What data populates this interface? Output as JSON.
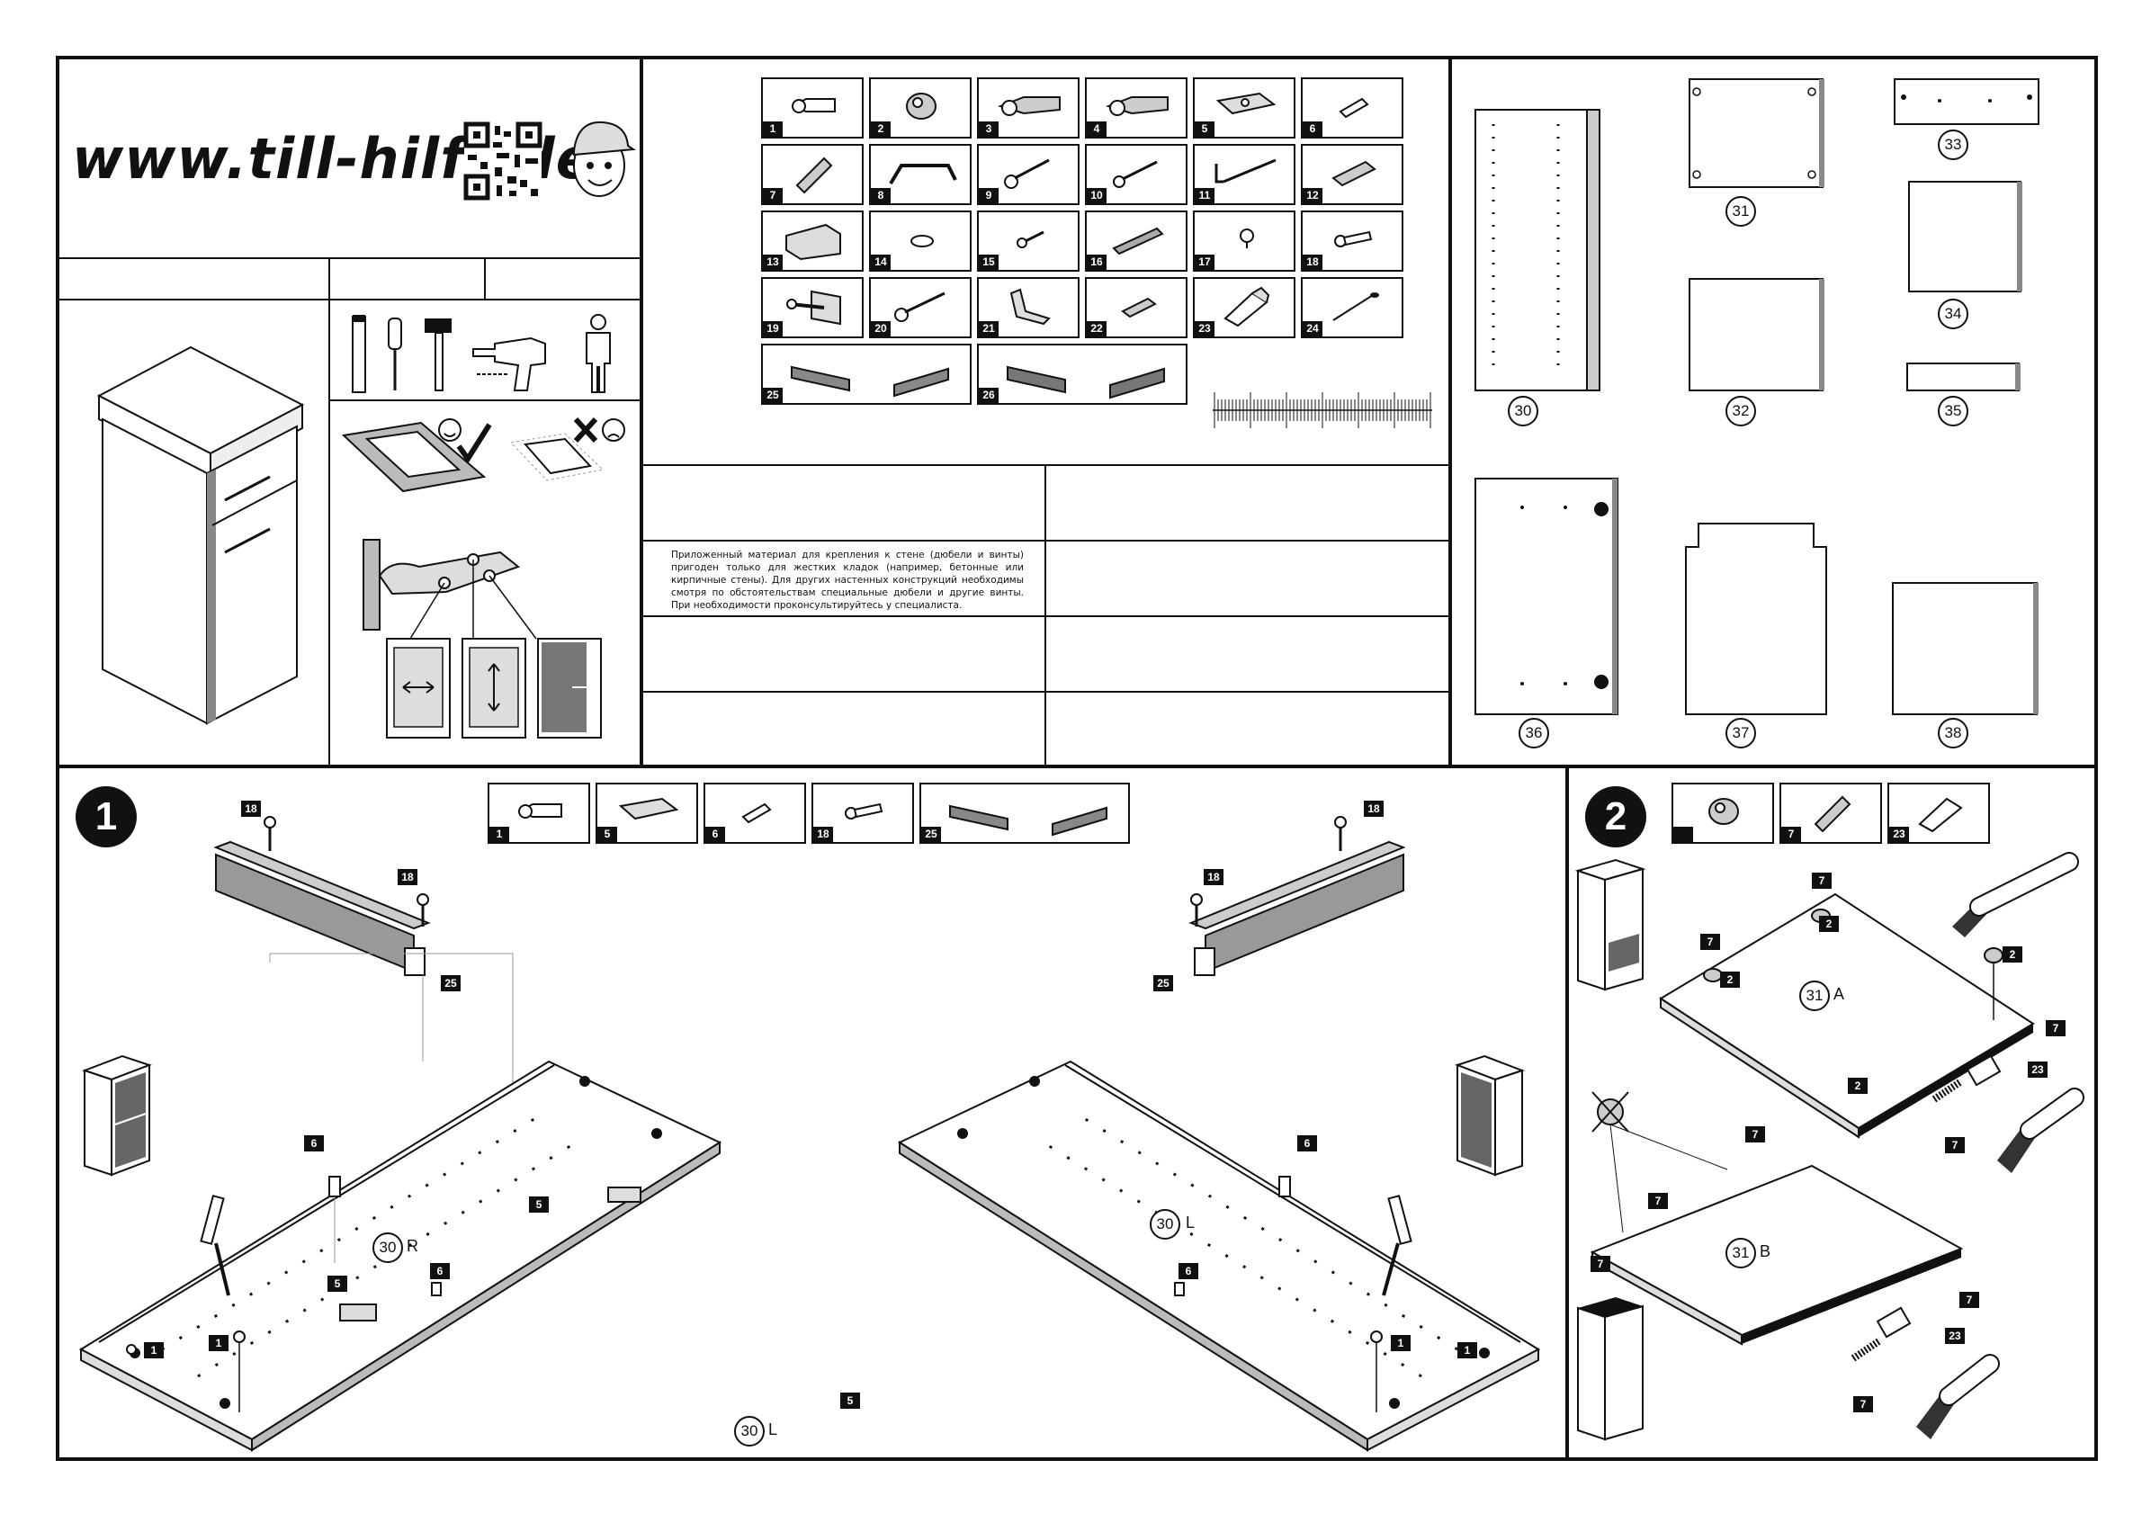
{
  "header": {
    "logo_text": "www.till-hilft.de",
    "note_text": "Приложенный материал для крепления к стене (дюбели и винты) пригоден только для жестких кладок (например, бетонные или кирпичные стены). Для других настенных конструкций необходимы смотря по обстоятельствам специальные дюбели и другие винты. При необходимости проконсультируйтесь у специалиста."
  },
  "parts_legend": {
    "items": [
      "1",
      "2",
      "3",
      "4",
      "5",
      "6",
      "7",
      "8",
      "9",
      "10",
      "11",
      "12",
      "13",
      "14",
      "15",
      "16",
      "17",
      "18",
      "19",
      "20",
      "21",
      "22",
      "23",
      "24",
      "25",
      "26"
    ]
  },
  "panels": {
    "items": [
      "30",
      "31",
      "32",
      "33",
      "34",
      "35",
      "36",
      "37",
      "38"
    ]
  },
  "step1": {
    "number": "1",
    "parts": [
      "1",
      "5",
      "6",
      "18",
      "25"
    ],
    "callouts": {
      "left_top_18": "18",
      "left_mid_18": "18",
      "left_25": "25",
      "left_6": "6",
      "left_5a": "5",
      "left_5b": "5",
      "left_6b": "6",
      "left_1a": "1",
      "left_1b": "1",
      "right_top_18": "18",
      "right_mid_18": "18",
      "right_25": "25",
      "right_6": "6",
      "right_6b": "6",
      "right_1a": "1",
      "right_1b": "1",
      "bottom_5": "5"
    },
    "panel_30r": "30",
    "panel_30r_suffix": "R",
    "panel_30l": "30",
    "panel_30l_suffix": "L",
    "panel_30l_bottom": "30",
    "panel_30l_bottom_suffix": "L"
  },
  "step2": {
    "number": "2",
    "parts": [
      "",
      "7",
      "23"
    ],
    "panel_31a": "31",
    "panel_31a_suffix": "A",
    "panel_31b": "31",
    "panel_31b_suffix": "B",
    "callouts": [
      "7",
      "2",
      "7",
      "2",
      "2",
      "7",
      "2",
      "7",
      "23",
      "7",
      "7",
      "7",
      "7",
      "7",
      "23",
      "7"
    ]
  }
}
